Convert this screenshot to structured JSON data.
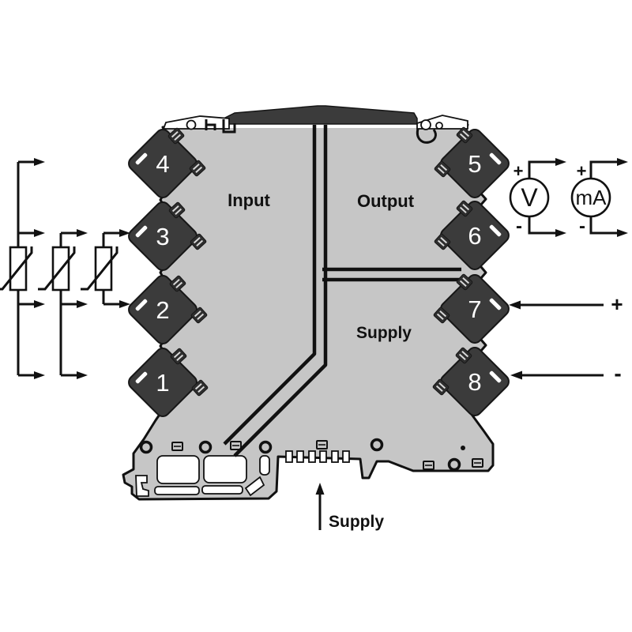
{
  "diagram": {
    "module": {
      "region_labels": {
        "input": "Input",
        "output": "Output",
        "supply": "Supply"
      },
      "terminals_left": [
        "4",
        "3",
        "2",
        "1"
      ],
      "terminals_right": [
        "5",
        "6",
        "7",
        "8"
      ]
    },
    "input_side": {
      "sensors": [
        {
          "icon": "rtd-sensor-icon",
          "wires": 4
        },
        {
          "icon": "rtd-sensor-icon",
          "wires": 3
        },
        {
          "icon": "rtd-sensor-icon",
          "wires": 2
        }
      ]
    },
    "output_side": {
      "voltmeter": {
        "label": "V",
        "plus": "+",
        "minus": "-"
      },
      "milliammeter": {
        "label": "mA",
        "plus": "+",
        "minus": "-"
      },
      "supply_plus": "+",
      "supply_minus": "-"
    },
    "bottom": {
      "supply_label": "Supply"
    },
    "colors": {
      "housing": "#c6c6c6",
      "terminal_block": "#3b3b3b",
      "line": "#111111",
      "background": "#ffffff"
    }
  }
}
